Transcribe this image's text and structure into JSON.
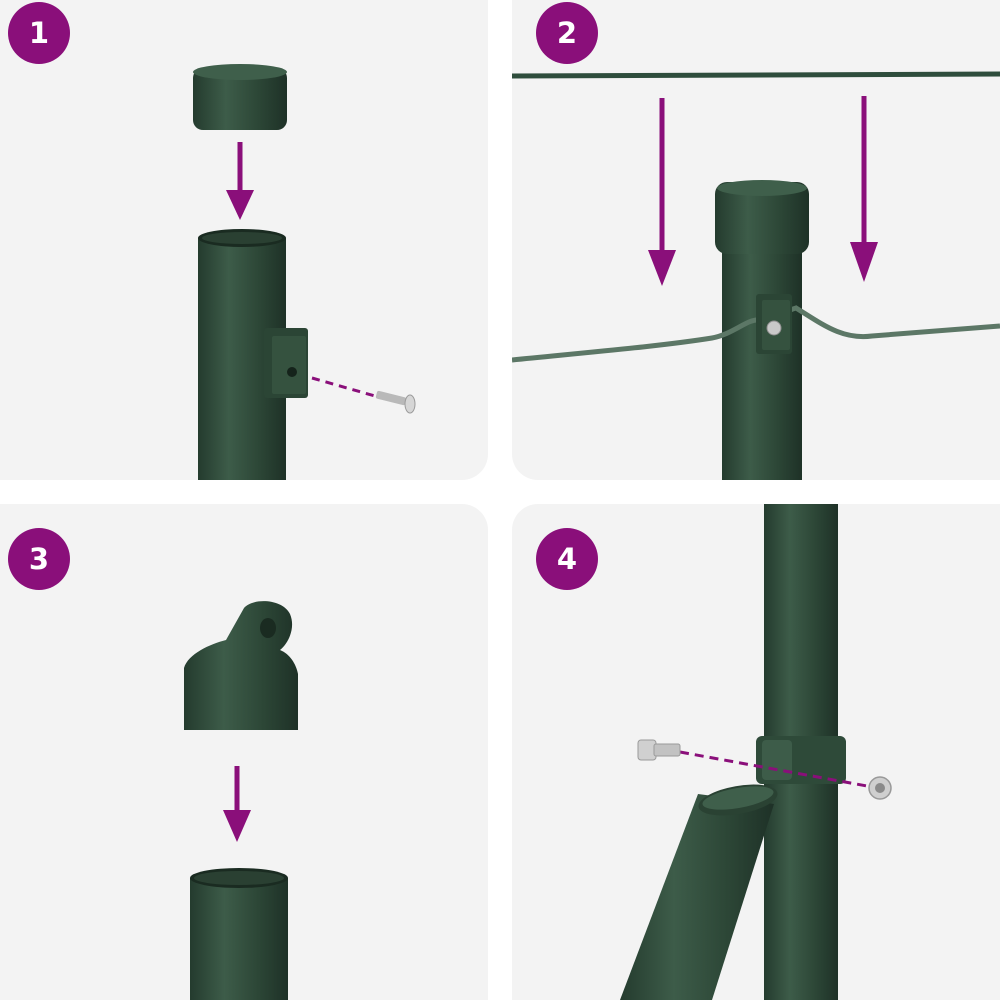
{
  "colors": {
    "accent": "#8a0f7a",
    "panel_bg": "#f3f3f3",
    "post_green": "#2f4a3a",
    "post_highlight": "#4a6b56",
    "post_shadow": "#1f3327",
    "wire": "#2e4d3c",
    "metal": "#c9c9c9"
  },
  "steps": [
    {
      "number": "1"
    },
    {
      "number": "2"
    },
    {
      "number": "3"
    },
    {
      "number": "4"
    }
  ]
}
